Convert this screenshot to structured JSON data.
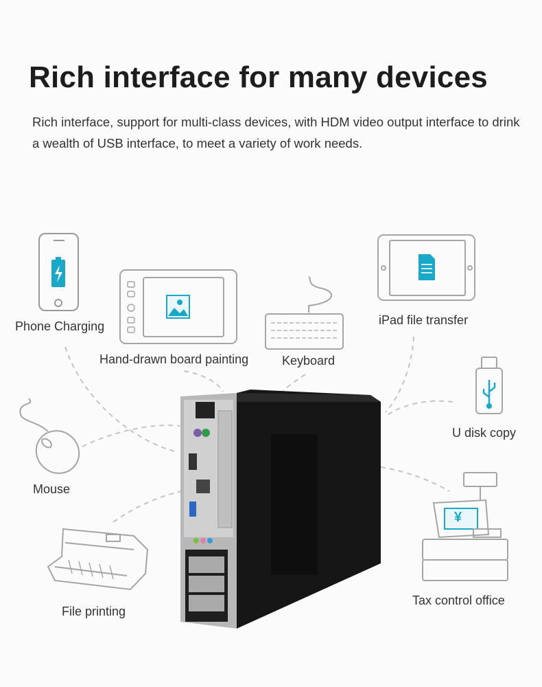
{
  "heading": "Rich interface for many devices",
  "description": "Rich interface, support for multi-class devices, with HDM video output interface to drink a wealth of USB interface, to meet a variety of work needs.",
  "devices": {
    "phone": "Phone Charging",
    "board": "Hand-drawn board painting",
    "keyboard": "Keyboard",
    "ipad": "iPad file transfer",
    "usb": "U disk copy",
    "mouse": "Mouse",
    "printer": "File printing",
    "tax": "Tax control office"
  },
  "colors": {
    "accent": "#1aa8c8",
    "line": "#bdbdbd",
    "pc": "#1a1a1a"
  },
  "tax_symbol": "¥"
}
